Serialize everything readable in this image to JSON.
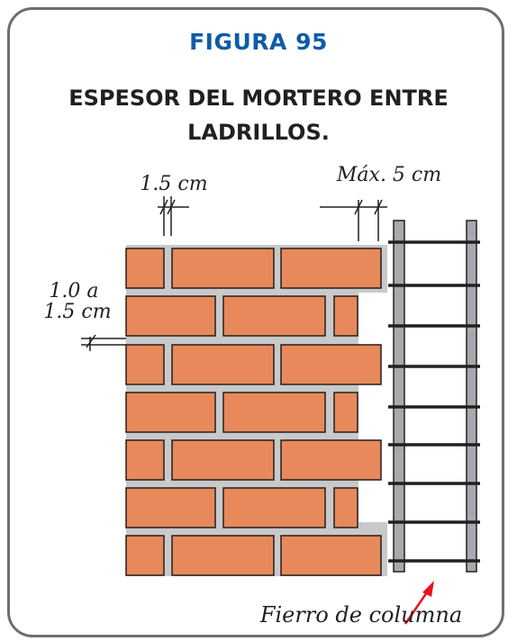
{
  "figure": {
    "number": "FIGURA 95",
    "title_line1": "ESPESOR DEL MORTERO ENTRE",
    "title_line2": "LADRILLOS."
  },
  "labels": {
    "joint_vertical": "1.5 cm",
    "gap_max": "Máx. 5 cm",
    "joint_horizontal_line1": "1.0  a",
    "joint_horizontal_line2": "1.5 cm",
    "column_rebar": "Fierro de columna"
  },
  "colors": {
    "frame": "#6d6e71",
    "heading": "#0e5ca8",
    "brick": "#e8895b",
    "mortar": "#c9c9c9",
    "rebar": "#a7a9ac",
    "arrow": "#e3161b"
  }
}
